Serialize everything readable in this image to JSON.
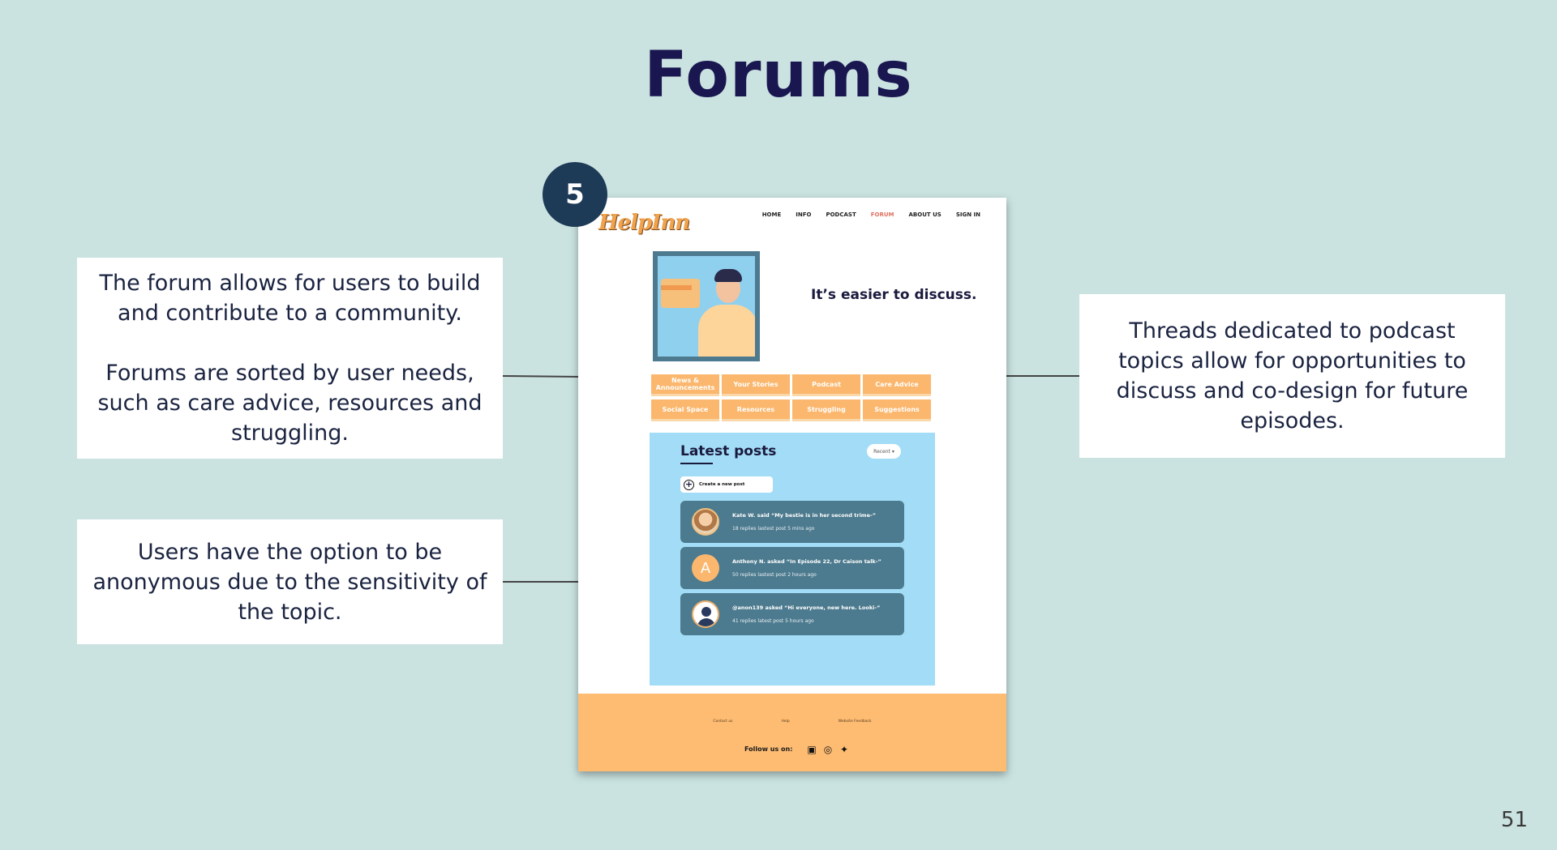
{
  "slide": {
    "title": "Forums",
    "step_number": "5",
    "page_number": "51"
  },
  "callouts": {
    "left_top_p1": "The forum allows for users to build and contribute to a community.",
    "left_top_p2": "Forums are sorted by user needs, such as care advice, resources and struggling.",
    "left_bottom": "Users have the option to be anonymous due to the sensitivity of the topic.",
    "right": "Threads dedicated to podcast topics allow for opportunities to discuss and co-design for future episodes."
  },
  "mockup": {
    "logo": "HelpInn",
    "nav": [
      "HOME",
      "INFO",
      "PODCAST",
      "FORUM",
      "ABOUT US",
      "SIGN IN"
    ],
    "nav_active": "FORUM",
    "hero_text": "It’s easier to discuss.",
    "categories": [
      "News & Announcements",
      "Your Stories",
      "Podcast",
      "Care Advice",
      "Social Space",
      "Resources",
      "Struggling",
      "Suggestions"
    ],
    "latest_posts_title": "Latest posts",
    "recent_label": "Recent ▾",
    "create_post_label": "Create a new post",
    "posts": [
      {
        "title": "Kate W. said “My bestie is in her second trime-”",
        "meta": "18 replies lastest post 5 mins ago",
        "avatar": "photo"
      },
      {
        "title": "Anthony N. asked “In Episode 22, Dr Caison talk-”",
        "meta": "50 replies lastest post 2 hours ago",
        "avatar": "A"
      },
      {
        "title": "@anon139 asked “Hi everyone, new here. Looki-”",
        "meta": "41 replies latest post 5 hours ago",
        "avatar": "person"
      }
    ],
    "footer": {
      "links": [
        "Contact us",
        "Help",
        "Website Feedback"
      ],
      "follow_label": "Follow us on:",
      "social_icons": [
        "facebook-icon",
        "instagram-icon",
        "twitter-icon"
      ]
    }
  },
  "colors": {
    "background": "#cae3e1",
    "title": "#1a1650",
    "badge": "#1d3a56",
    "category": "#fbb76d",
    "posts_panel": "#a3dcf6",
    "post_card": "#4c7a8e",
    "footer": "#fdbc72",
    "nav_active": "#e07060"
  }
}
